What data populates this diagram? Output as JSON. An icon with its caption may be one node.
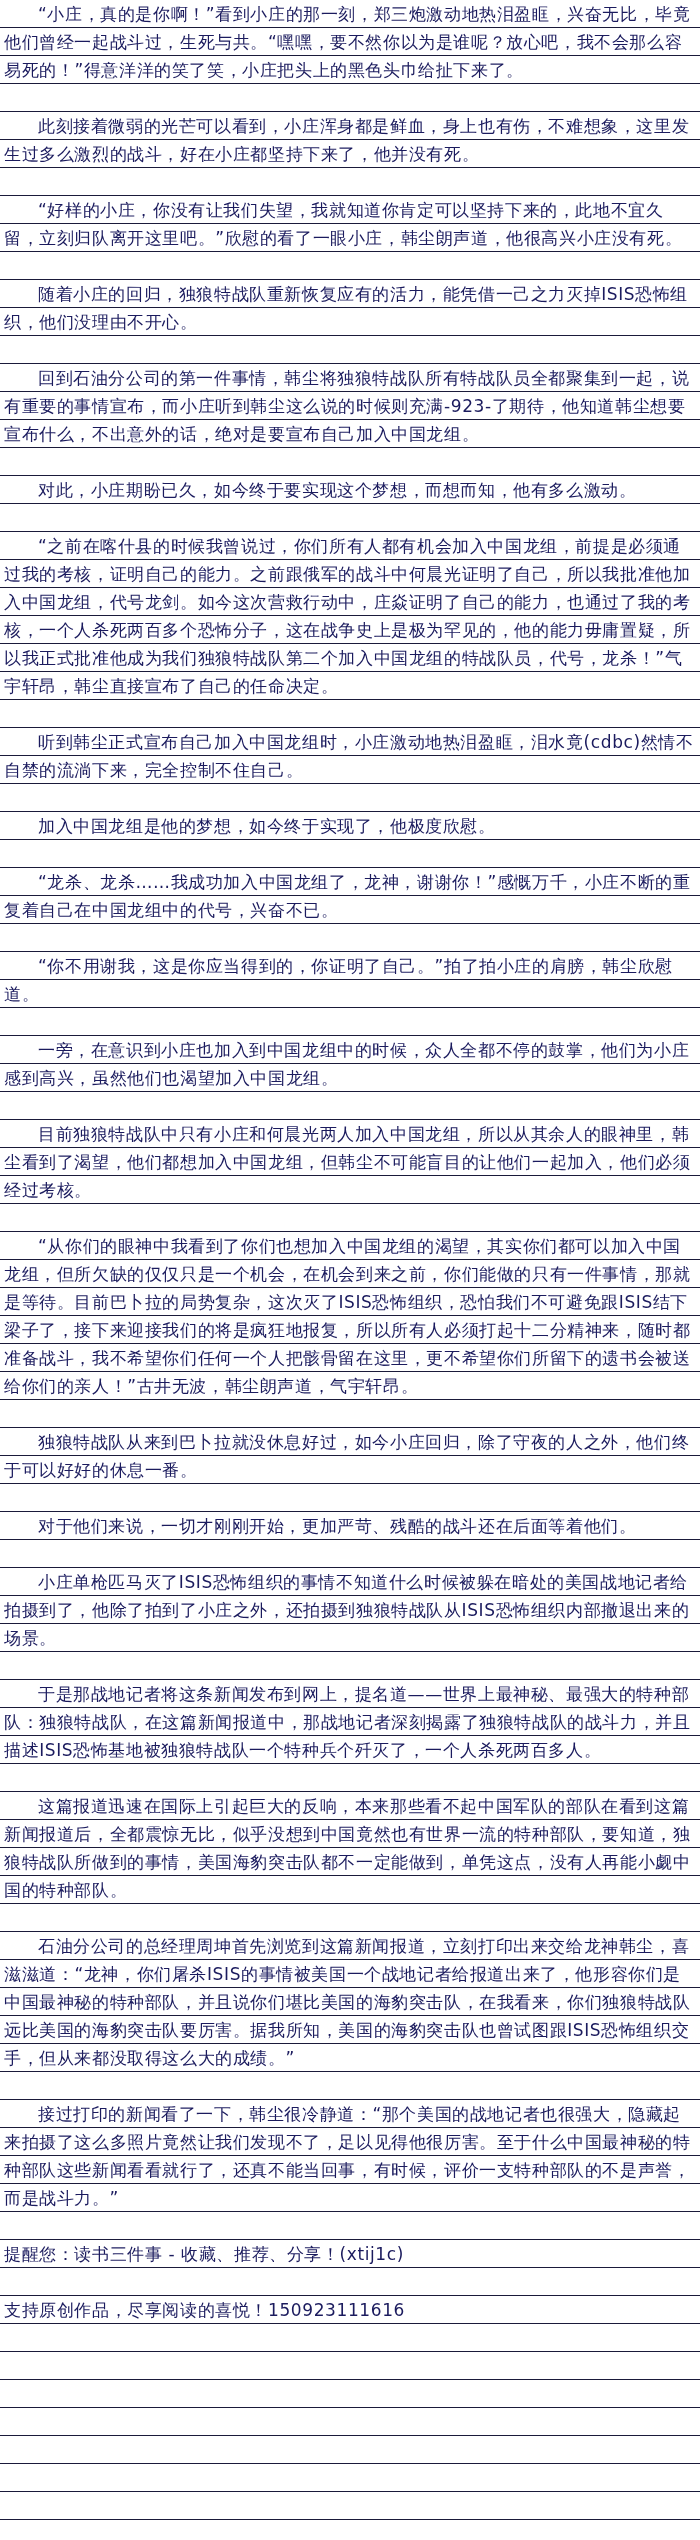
{
  "diagram": {
    "labels": [
      "“小庄，真的是你啊！”看到小庄的那一刻，郑三炮激动地热泪盈眶，兴奋无比，毕竟他们曾经一起战斗过，生死与共。“嘿嘿，要不然你以为是谁呢？放心吧，我不会那么容易死的！”得意洋洋的笑了笑，小庄把头上的黑色头巾给扯下来了。",
      "此刻接着微弱的光芒可以看到，小庄浑身都是鲜血，身上也有伤，不难想象，这里发生过多么激烈的战斗，好在小庄都坚持下来了，他并没有死。",
      "“好样的小庄，你没有让我们失望，我就知道你肯定可以坚持下来的，此地不宜久留，立刻归队离开这里吧。”欣慰的看了一眼小庄，韩尘朗声道，他很高兴小庄没有死。",
      "随着小庄的回归，独狼特战队重新恢复应有的活力，能凭借一己之力灭掉ISIS恐怖组织，他们没理由不开心。",
      "回到石油分公司的第一件事情，韩尘将独狼特战队所有特战队员全都聚集到一起，说有重要的事情宣布，而小庄听到韩尘这么说的时候则充满-923-了期待，他知道韩尘想要宣布什么，不出意外的话，绝对是要宣布自己加入中国龙组。",
      "对此，小庄期盼已久，如今终于要实现这个梦想，而想而知，他有多么激动。",
      "“之前在喀什县的时候我曾说过，你们所有人都有机会加入中国龙组，前提是必须通过我的考核，证明自己的能力。之前跟俄军的战斗中何晨光证明了自己，所以我批准他加入中国龙组，代号龙剑。如今这次营救行动中，庄焱证明了自己的能力，也通过了我的考核，一个人杀死两百多个恐怖分子，这在战争史上是极为罕见的，他的能力毋庸置疑，所以我正式批准他成为我们独狼特战队第二个加入中国龙组的特战队员，代号，龙杀！”气宇轩昂，韩尘直接宣布了自己的任命决定。",
      "听到韩尘正式宣布自己加入中国龙组时，小庄激动地热泪盈眶，泪水竟(cdbc)然情不自禁的流淌下来，完全控制不住自己。",
      "加入中国龙组是他的梦想，如今终于实现了，他极度欣慰。",
      "“龙杀、龙杀……我成功加入中国龙组了，龙神，谢谢你！”感慨万千，小庄不断的重复着自己在中国龙组中的代号，兴奋不已。",
      "“你不用谢我，这是你应当得到的，你证明了自己。”拍了拍小庄的肩膀，韩尘欣慰道。",
      "一旁，在意识到小庄也加入到中国龙组中的时候，众人全都不停的鼓掌，他们为小庄感到高兴，虽然他们也渴望加入中国龙组。",
      "目前独狼特战队中只有小庄和何晨光两人加入中国龙组，所以从其余人的眼神里，韩尘看到了渴望，他们都想加入中国龙组，但韩尘不可能盲目的让他们一起加入，他们必须经过考核。",
      "“从你们的眼神中我看到了你们也想加入中国龙组的渴望，其实你们都可以加入中国龙组，但所欠缺的仅仅只是一个机会，在机会到来之前，你们能做的只有一件事情，那就是等待。目前巴卜拉的局势复杂，这次灭了ISIS恐怖组织，恐怕我们不可避免跟ISIS结下梁子了，接下来迎接我们的将是疯狂地报复，所以所有人必须打起十二分精神来，随时都准备战斗，我不希望你们任何一个人把骸骨留在这里，更不希望你们所留下的遗书会被送给你们的亲人！”古井无波，韩尘朗声道，气宇轩昂。",
      "独狼特战队从来到巴卜拉就没休息好过，如今小庄回归，除了守夜的人之外，他们终于可以好好的休息一番。",
      "对于他们来说，一切才刚刚开始，更加严苛、残酷的战斗还在后面等着他们。",
      "小庄单枪匹马灭了ISIS恐怖组织的事情不知道什么时候被躲在暗处的美国战地记者给拍摄到了，他除了拍到了小庄之外，还拍摄到独狼特战队从ISIS恐怖组织内部撤退出来的场景。",
      "于是那战地记者将这条新闻发布到网上，提名道——世界上最神秘、最强大的特种部队：独狼特战队，在这篇新闻报道中，那战地记者深刻揭露了独狼特战队的战斗力，并且描述ISIS恐怖基地被独狼特战队一个特种兵个歼灭了，一个人杀死两百多人。",
      "这篇报道迅速在国际上引起巨大的反响，本来那些看不起中国军队的部队在看到这篇新闻报道后，全都震惊无比，似乎没想到中国竟然也有世界一流的特种部队，要知道，独狼特战队所做到的事情，美国海豹突击队都不一定能做到，单凭这点，没有人再能小觑中国的特种部队。",
      "石油分公司的总经理周坤首先浏览到这篇新闻报道，立刻打印出来交给龙神韩尘，喜滋滋道：“龙神，你们屠杀ISIS的事情被美国一个战地记者给报道出来了，他形容你们是中国最神秘的特种部队，并且说你们堪比美国的海豹突击队，在我看来，你们独狼特战队远比美国的海豹突击队要厉害。据我所知，美国的海豹突击队也曾试图跟ISIS恐怖组织交手，但从来都没取得这么大的成绩。”",
      "接过打印的新闻看了一下，韩尘很冷静道：“那个美国的战地记者也很强大，隐藏起来拍摄了这么多照片竟然让我们发现不了，足以见得他很厉害。至于什么中国最神秘的特种部队这些新闻看看就行了，还真不能当回事，有时候，评价一支特种部队的不是声誉，而是战斗力。”",
      "提醒您：读书三件事 - 收藏、推荐、分享！(xtij1c)",
      "支持原创作品，尽享阅读的喜悦！150923111616"
    ]
  }
}
